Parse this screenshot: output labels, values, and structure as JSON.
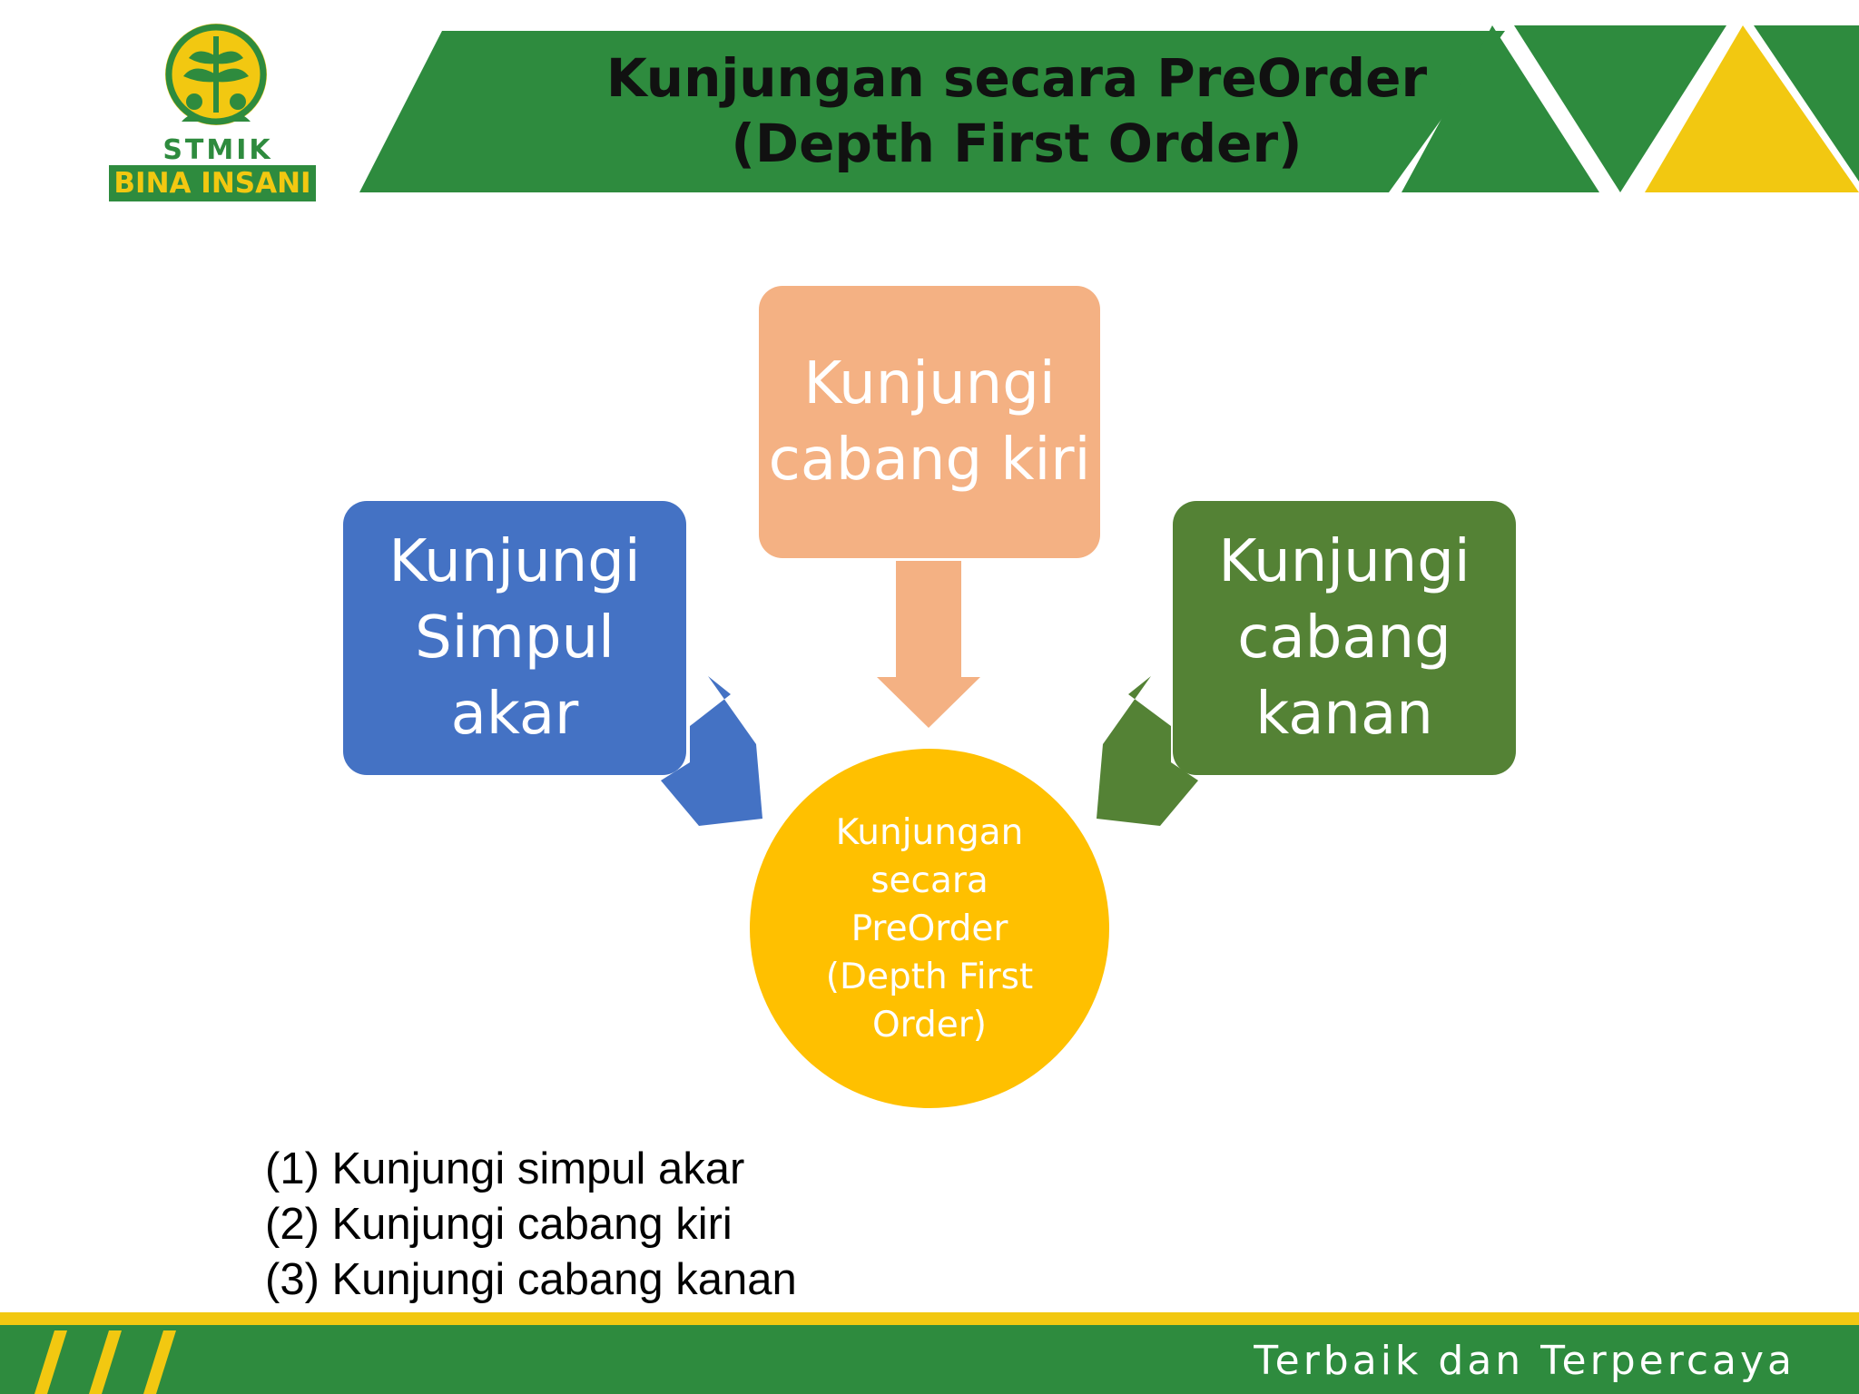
{
  "logo": {
    "line1": "STMIK",
    "line2": "BINA INSANI"
  },
  "title": {
    "line1": "Kunjungan secara PreOrder",
    "line2": "(Depth First Order)"
  },
  "colors": {
    "header_green": "#2e8b3e",
    "accent_yellow": "#f2c811",
    "box_blue": "#4472c4",
    "box_peach": "#f4b183",
    "box_green": "#548235",
    "circle_yellow": "#ffc000"
  },
  "diagram": {
    "center": "Kunjungan\nsecara\nPreOrder\n(Depth First\nOrder)",
    "left_box": "Kunjungi\nSimpul\nakar",
    "top_box": "Kunjungi\ncabang kiri",
    "right_box": "Kunjungi\ncabang\nkanan"
  },
  "steps": [
    "(1) Kunjungi simpul akar",
    "(2) Kunjungi cabang kiri",
    "(3) Kunjungi cabang kanan"
  ],
  "footer": {
    "tagline": "Terbaik dan Terpercaya"
  }
}
